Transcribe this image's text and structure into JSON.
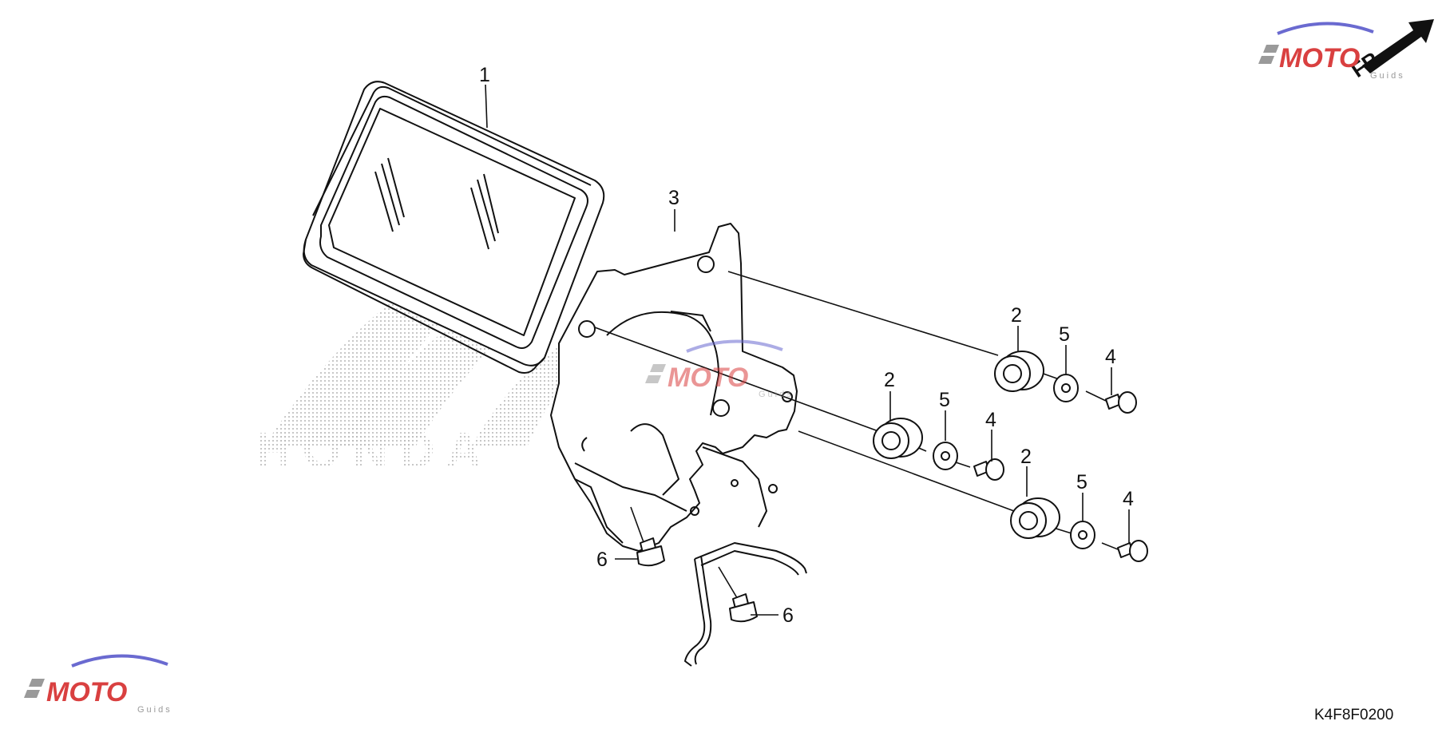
{
  "diagram": {
    "code": "K4F8F0200",
    "direction_badge": "FR.",
    "logo": {
      "main": "MOTO",
      "sub": "Guids"
    },
    "watermark": "HONDA",
    "callouts": [
      "1",
      "2",
      "3",
      "4",
      "5",
      "6"
    ]
  },
  "colors": {
    "ink": "#111111",
    "logo_red": "#d94040",
    "logo_grey": "#9a9a9a",
    "logo_blue": "#6a6ad0",
    "stipple": "#b8b8b8"
  }
}
